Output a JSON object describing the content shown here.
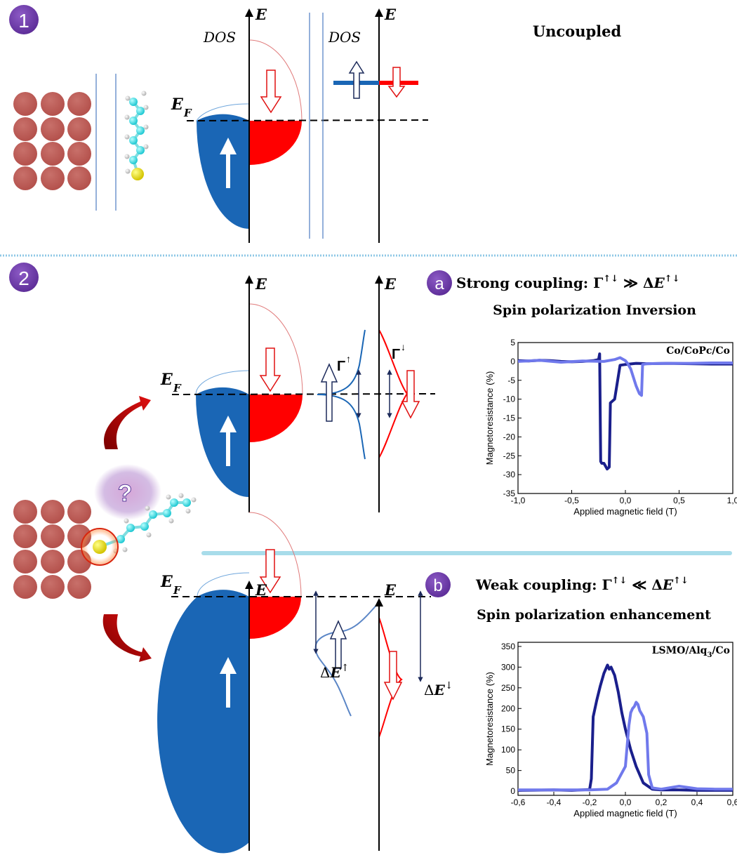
{
  "section1": {
    "badge": "1",
    "title": "Uncoupled",
    "axis_e": "E",
    "dos": "DOS",
    "fermi_label_main": "E",
    "fermi_label_sub": "F"
  },
  "section2": {
    "badge": "2",
    "axis_e": "E",
    "fermi_label_main": "E",
    "fermi_label_sub": "F",
    "question_mark": "?",
    "panel_a": {
      "badge": "a",
      "title_prefix": "Strong coupling: Γ",
      "title_sup1": "↑↓",
      "title_middle": " ≫ Δ",
      "title_italic": "E",
      "title_sup2": "↑↓",
      "subtitle": "Spin polarization Inversion",
      "gamma_up": "Γ",
      "gamma_up_sup": "↑",
      "gamma_down": "Γ",
      "gamma_down_sup": "↓"
    },
    "panel_b": {
      "badge": "b",
      "title_prefix": "Weak coupling: Γ",
      "title_sup1": "↑↓",
      "title_middle": " ≪ Δ",
      "title_italic": "E",
      "title_sup2": "↑↓",
      "subtitle": "Spin polarization enhancement",
      "de_up_prefix": "Δ",
      "de_up_italic": "E",
      "de_up_sup": "↑",
      "de_down_prefix": "Δ",
      "de_down_italic": "E",
      "de_down_sup": "↓"
    }
  },
  "chart_data": [
    {
      "type": "line",
      "legend_label": "Co/CoPc/Co",
      "xlabel": "Applied magnetic field (T)",
      "ylabel": "Magnetoresistance (%)",
      "xlim": [
        -1.0,
        1.0
      ],
      "ylim": [
        -35,
        5
      ],
      "xticks": [
        "-1,0",
        "-0,5",
        "0,0",
        "0,5",
        "1,0"
      ],
      "yticks": [
        "5",
        "0",
        "-5",
        "-10",
        "-15",
        "-20",
        "-25",
        "-30",
        "-35"
      ],
      "series": [
        {
          "color": "#1a1f8c",
          "x": [
            -1.0,
            -0.9,
            -0.8,
            -0.7,
            -0.6,
            -0.5,
            -0.4,
            -0.3,
            -0.25,
            -0.24,
            -0.23,
            -0.22,
            -0.2,
            -0.17,
            -0.15,
            -0.14,
            -0.12,
            -0.1,
            -0.05,
            0.0,
            0.1,
            0.2,
            0.4,
            0.6,
            0.8,
            1.0
          ],
          "y": [
            0.2,
            0.1,
            0.3,
            0.2,
            0.0,
            -0.1,
            0.0,
            0.2,
            0.5,
            2.0,
            -26.5,
            -27.0,
            -27.0,
            -28.5,
            -28.0,
            -11.0,
            -10.5,
            -10.0,
            -1.0,
            -0.8,
            -0.5,
            -0.6,
            -0.5,
            -0.6,
            -0.7,
            -0.7
          ]
        },
        {
          "color": "#7079ec",
          "x": [
            -1.0,
            -0.8,
            -0.6,
            -0.4,
            -0.2,
            -0.1,
            -0.05,
            0.0,
            0.02,
            0.05,
            0.1,
            0.13,
            0.15,
            0.16,
            0.2,
            0.4,
            0.6,
            0.8,
            1.0
          ],
          "y": [
            0.0,
            0.3,
            -0.2,
            0.1,
            0.0,
            0.5,
            1.0,
            0.2,
            -0.5,
            -2.0,
            -6.5,
            -8.5,
            -9.0,
            -0.8,
            -0.6,
            -0.5,
            -0.5,
            -0.4,
            -0.4
          ]
        }
      ]
    },
    {
      "type": "line",
      "legend_label": "LSMO/Alq",
      "legend_sub": "3",
      "legend_tail": "/Co",
      "xlabel": "Applied magnetic field (T)",
      "ylabel": "Magnetoresistance (%)",
      "xlim": [
        -0.6,
        0.6
      ],
      "ylim": [
        -10,
        360
      ],
      "xticks": [
        "-0,6",
        "-0,4",
        "-0,2",
        "0,0",
        "0,2",
        "0,4",
        "0,6"
      ],
      "yticks": [
        "0",
        "50",
        "100",
        "150",
        "200",
        "250",
        "300",
        "350"
      ],
      "series": [
        {
          "color": "#1a1f8c",
          "x": [
            -0.6,
            -0.4,
            -0.3,
            -0.2,
            -0.19,
            -0.18,
            -0.16,
            -0.14,
            -0.12,
            -0.1,
            -0.09,
            -0.08,
            -0.06,
            -0.04,
            -0.02,
            0.0,
            0.03,
            0.06,
            0.1,
            0.15,
            0.2,
            0.3,
            0.4,
            0.5,
            0.6
          ],
          "y": [
            2,
            3,
            2,
            4,
            30,
            180,
            220,
            255,
            285,
            305,
            295,
            300,
            280,
            240,
            190,
            150,
            100,
            60,
            20,
            5,
            3,
            3,
            2,
            2,
            2
          ]
        },
        {
          "color": "#7079ec",
          "x": [
            -0.6,
            -0.4,
            -0.2,
            -0.1,
            -0.05,
            0.0,
            0.01,
            0.02,
            0.03,
            0.04,
            0.05,
            0.06,
            0.07,
            0.08,
            0.1,
            0.12,
            0.13,
            0.15,
            0.2,
            0.3,
            0.4,
            0.5,
            0.6
          ],
          "y": [
            3,
            3,
            3,
            5,
            20,
            60,
            110,
            160,
            190,
            200,
            205,
            215,
            210,
            195,
            180,
            140,
            40,
            8,
            5,
            12,
            6,
            5,
            5
          ]
        }
      ]
    }
  ]
}
